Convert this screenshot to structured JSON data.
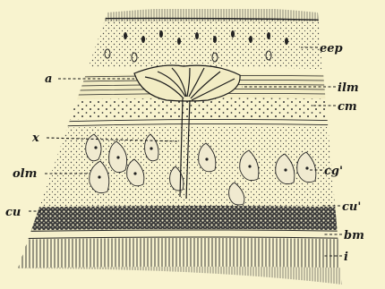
{
  "figure": {
    "labels": {
      "eep": "eep",
      "a": "a",
      "ilm": "ilm",
      "cm": "cm",
      "x": "x",
      "olm": "olm",
      "cg": "cg'",
      "cu_left": "cu",
      "cu_right": "cu'",
      "bm": "bm",
      "i": "i"
    },
    "colors": {
      "paper": "#f8f3cf",
      "ink": "#1a1a1a"
    }
  }
}
